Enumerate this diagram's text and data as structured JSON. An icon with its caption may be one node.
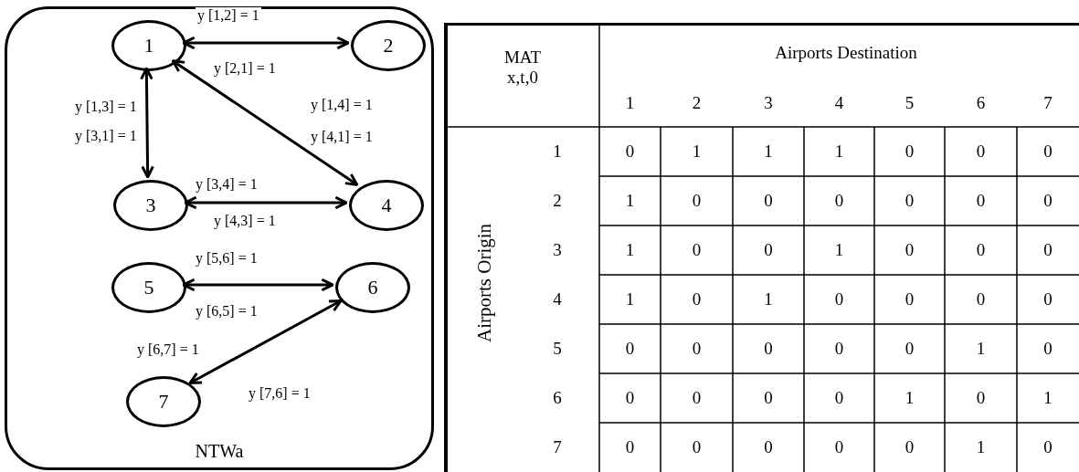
{
  "diagram": {
    "nodes": [
      {
        "text": [
          "NTWa"
        ]
      },
      {
        "text": [
          "1"
        ],
        "in": 0
      },
      {
        "text": [
          "2"
        ],
        "in": 0
      },
      {
        "text": [
          "3"
        ],
        "in": 0
      },
      {
        "text": [
          "4"
        ],
        "in": 0
      },
      {
        "text": [
          "5"
        ],
        "in": 0
      },
      {
        "text": [
          "6"
        ],
        "in": 0
      },
      {
        "text": [
          "7"
        ],
        "in": 0
      }
    ],
    "edges": [
      {
        "from": 1,
        "to": 2,
        "arrow": "both",
        "label": "y [1,2] = 1"
      },
      {
        "from": 1,
        "to": 3,
        "arrow": "both",
        "label": "y [1,3] = 1"
      },
      {
        "from": 1,
        "to": 4,
        "arrow": "both",
        "label": "y [1,4] = 1"
      },
      {
        "from": 3,
        "to": 4,
        "arrow": "both",
        "label": "y [3,4] = 1"
      },
      {
        "from": 5,
        "to": 6,
        "arrow": "both",
        "label": "y [5,6] = 1"
      },
      {
        "from": 6,
        "to": 7,
        "arrow": "both",
        "label": "y [6,7] = 1"
      }
    ],
    "labels": [
      "y [2,1] = 1",
      "y [3,1] = 1",
      "y [4,1] = 1",
      "y [4,3] = 1",
      "y [6,5] = 1",
      "y [7,6] = 1",
      "MAT x,t,0",
      "Airports Destination",
      "1",
      "2",
      "3",
      "4",
      "5",
      "6",
      "7",
      "Airports Origin",
      "1",
      "0",
      "1",
      "1",
      "1",
      "0",
      "0",
      "0",
      "2",
      "1",
      "0",
      "0",
      "0",
      "0",
      "0",
      "0",
      "3",
      "1",
      "0",
      "0",
      "1",
      "0",
      "0",
      "0",
      "4",
      "1",
      "0",
      "1",
      "0",
      "0",
      "0",
      "0",
      "5",
      "0",
      "0",
      "0",
      "0",
      "0",
      "1",
      "0",
      "6",
      "0",
      "0",
      "0",
      "0",
      "1",
      "0",
      "1",
      "7",
      "0",
      "0",
      "0",
      "0",
      "0",
      "1",
      "0"
    ]
  }
}
